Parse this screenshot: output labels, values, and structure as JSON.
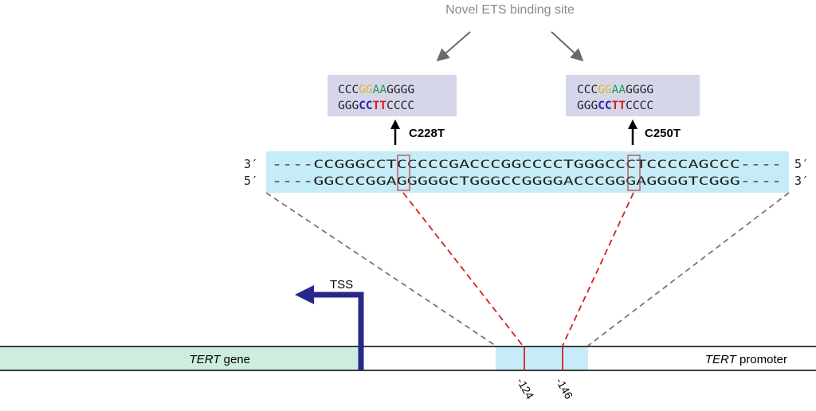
{
  "title": "Novel ETS binding site",
  "mutations": [
    {
      "label": "C228T",
      "top_seq": [
        {
          "text": "CCC",
          "role": "plain"
        },
        {
          "text": "GG",
          "role": "g_gold"
        },
        {
          "text": "AA",
          "role": "a_green"
        },
        {
          "text": "GGGG",
          "role": "plain"
        }
      ],
      "bottom_seq": [
        {
          "text": "GGG",
          "role": "plain"
        },
        {
          "text": "CC",
          "role": "c_blue"
        },
        {
          "text": "TT",
          "role": "t_red"
        },
        {
          "text": "CCCC",
          "role": "plain"
        }
      ]
    },
    {
      "label": "C250T",
      "top_seq": [
        {
          "text": "CCC",
          "role": "plain"
        },
        {
          "text": "GG",
          "role": "g_gold"
        },
        {
          "text": "AA",
          "role": "a_green"
        },
        {
          "text": "GGGG",
          "role": "plain"
        }
      ],
      "bottom_seq": [
        {
          "text": "GGG",
          "role": "plain"
        },
        {
          "text": "CC",
          "role": "c_blue"
        },
        {
          "text": "TT",
          "role": "t_red"
        },
        {
          "text": "CCCC",
          "role": "plain"
        }
      ]
    }
  ],
  "strands": {
    "top_left_end": "3′",
    "top_right_end": "5′",
    "bottom_left_end": "5′",
    "bottom_right_end": "3′",
    "top_sequence": "----CCGGGCCTCCCCCGACCCGGCCCCTGGGCCCTCCCCAGCCC----",
    "bottom_sequence": "----GGCCCGGAGGGGGCTGGGCCGGGGACCCGGGAGGGGTCGGG----"
  },
  "gene": {
    "tss_label": "TSS",
    "gene_label_italic": "TERT",
    "gene_label_rest": " gene",
    "promoter_label_italic": "TERT",
    "promoter_label_rest": " promoter",
    "position_labels": [
      "-124",
      "-146"
    ]
  },
  "colors": {
    "seq_box_bg": "#d6d6ea",
    "strand_band_bg": "#c5ecf7",
    "gene_box_bg": "#cdeedd",
    "promoter_box_bg": "#c5ecf7",
    "tss_arrow": "#28288a",
    "g_gold": "#e0b818",
    "a_green": "#1e9e50",
    "c_blue": "#2828b0",
    "t_red": "#d42020",
    "red_dash": "#d42020",
    "gray_dash": "#777777",
    "highlight_box": "#c04848",
    "title_gray": "#8a8a8a",
    "arrow_gray": "#6a6a6a"
  }
}
